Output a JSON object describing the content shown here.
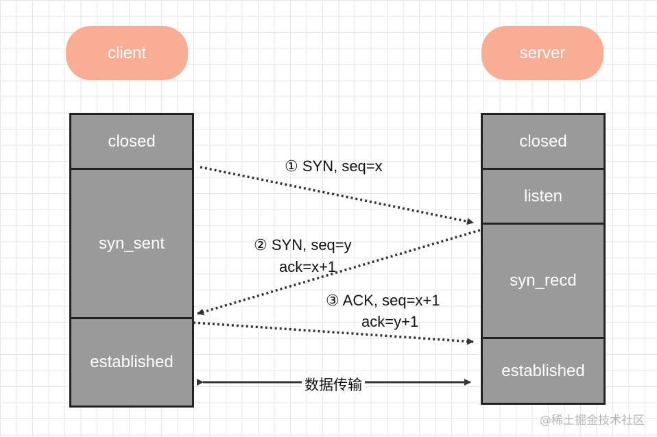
{
  "colors": {
    "pill": "#f9ad95",
    "state_fill": "#9a9a9a",
    "border": "#222222",
    "arrow": "#333333"
  },
  "client": {
    "title": "client",
    "states": [
      "closed",
      "syn_sent",
      "established"
    ]
  },
  "server": {
    "title": "server",
    "states": [
      "closed",
      "listen",
      "syn_recd",
      "established"
    ]
  },
  "messages": [
    {
      "step": "①",
      "text": "SYN, seq=x",
      "line2": ""
    },
    {
      "step": "②",
      "text": "SYN, seq=y",
      "line2": "ack=x+1"
    },
    {
      "step": "③",
      "text": "ACK, seq=x+1",
      "line2": "ack=y+1"
    }
  ],
  "data_transfer": "数据传输",
  "watermark": "@稀土掘金技术社区"
}
